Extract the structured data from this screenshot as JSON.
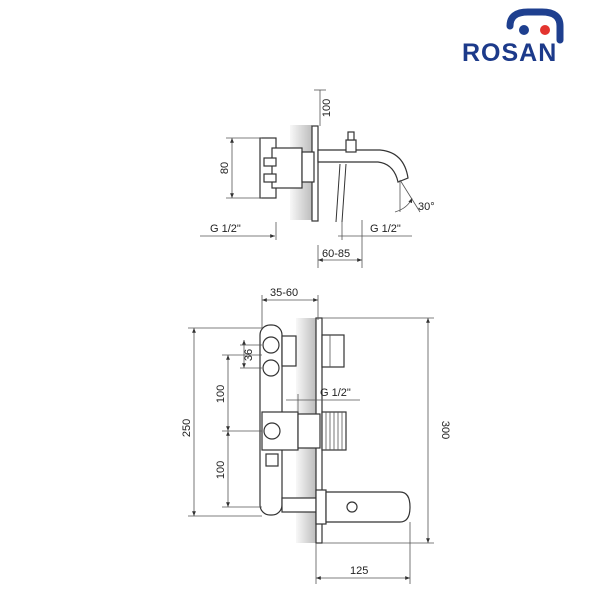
{
  "brand": {
    "name": "Rosan",
    "colors": {
      "blue": "#1e3f8f",
      "red": "#e3342f",
      "navy": "#1c3a8a"
    }
  },
  "dimensions": {
    "top_view": {
      "height_spout": "100",
      "body_height": "80",
      "angle": "30°",
      "thread_left": "G 1/2\"",
      "thread_right": "G 1/2\"",
      "depth": "60-85"
    },
    "front_view": {
      "depth_top": "35-60",
      "small": "36",
      "upper_spacing": "100",
      "thread": "G 1/2\"",
      "total_left": "250",
      "lower_spacing": "100",
      "total_right": "300",
      "width": "125"
    }
  },
  "logo_text": "ROSAN"
}
